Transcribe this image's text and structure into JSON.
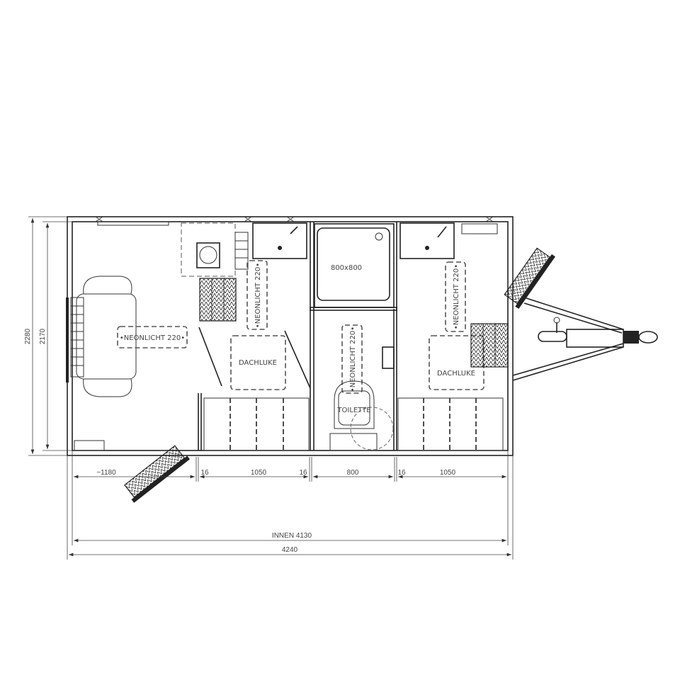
{
  "labels": {
    "neon_living": "•NEONLICHT 220•",
    "neon_mid": "•NEONLICHT 220•",
    "neon_toilet": "•NEONLICHT 220•",
    "neon_right": "•NEONLICHT 220•",
    "dachluke_left": "DACHLUKE",
    "dachluke_right": "DACHLUKE",
    "shower": "800x800",
    "toilet": "TOILETTE"
  },
  "dimensions": {
    "height_outer": "2280",
    "height_inner": "2170",
    "seg1": "~1180",
    "seg2": "16",
    "seg3": "1050",
    "seg4": "16",
    "seg5": "800",
    "seg6": "16",
    "seg7": "1050",
    "inner_length": "INNEN 4130",
    "outer_length": "4240"
  }
}
